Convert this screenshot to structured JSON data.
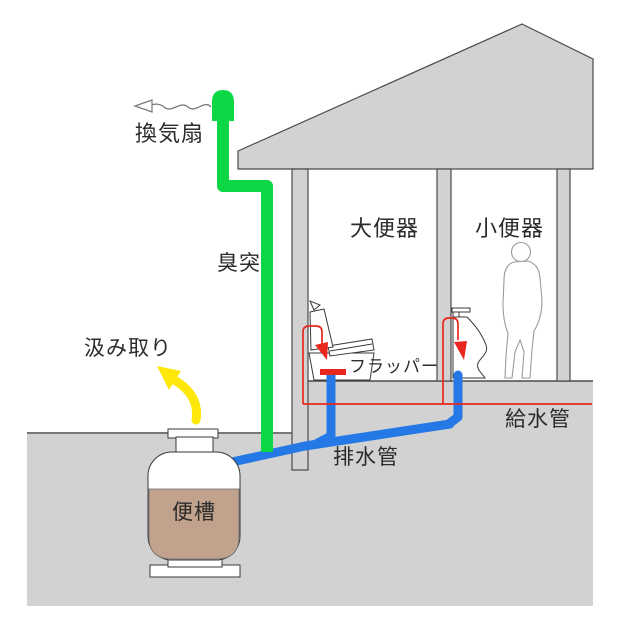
{
  "labels": {
    "vent_fan": "換気扇",
    "odor_stack": "臭突",
    "pump_out": "汲み取り",
    "tank": "便槽",
    "flush_toilet_room": "大便器",
    "urinal_room": "小便器",
    "flapper": "フラッパー",
    "water_supply_pipe": "給水管",
    "drain_pipe": "排水管"
  },
  "colors": {
    "vent_pipe_green": "#0bd844",
    "drain_pipe_blue": "#2579e6",
    "supply_pipe_red": "#e8281e",
    "pump_arrow_yellow": "#ffe70a",
    "ground_gray": "#d2d2d2",
    "structure_gray": "#d2d2d2",
    "tank_waste_brown": "#c1a28c"
  }
}
